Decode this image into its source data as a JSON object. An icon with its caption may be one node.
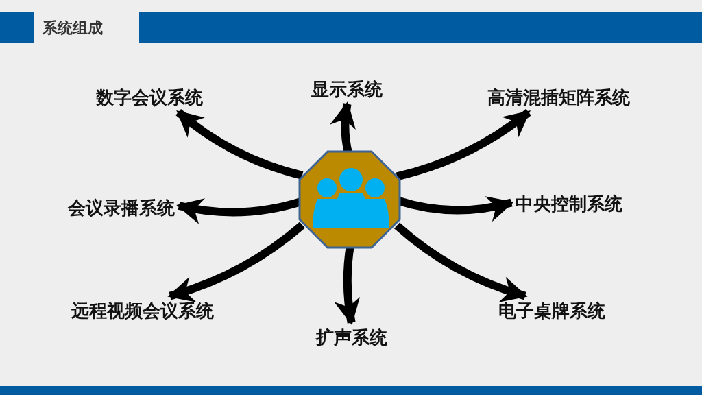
{
  "diagram": {
    "title": "系统组成",
    "nodes": [
      {
        "text": [],
        "shape": "octagon"
      },
      {
        "text": [
          "数字会议系统"
        ]
      },
      {
        "text": [
          "显示系统"
        ]
      },
      {
        "text": [
          "高清混插矩阵系统"
        ]
      },
      {
        "text": [
          "会议录播系统"
        ]
      },
      {
        "text": [
          "中央控制系统"
        ]
      },
      {
        "text": [
          "远程视频会议系统"
        ]
      },
      {
        "text": [
          "扩声系统"
        ]
      },
      {
        "text": [
          "电子桌牌系统"
        ]
      }
    ],
    "edges": [
      {
        "from": 0,
        "to": 1,
        "arrow": "to"
      },
      {
        "from": 0,
        "to": 2,
        "arrow": "to"
      },
      {
        "from": 0,
        "to": 3,
        "arrow": "to"
      },
      {
        "from": 0,
        "to": 4,
        "arrow": "to"
      },
      {
        "from": 0,
        "to": 5,
        "arrow": "to"
      },
      {
        "from": 0,
        "to": 6,
        "arrow": "to"
      },
      {
        "from": 0,
        "to": 7,
        "arrow": "to"
      },
      {
        "from": 0,
        "to": 8,
        "arrow": "to"
      }
    ]
  }
}
